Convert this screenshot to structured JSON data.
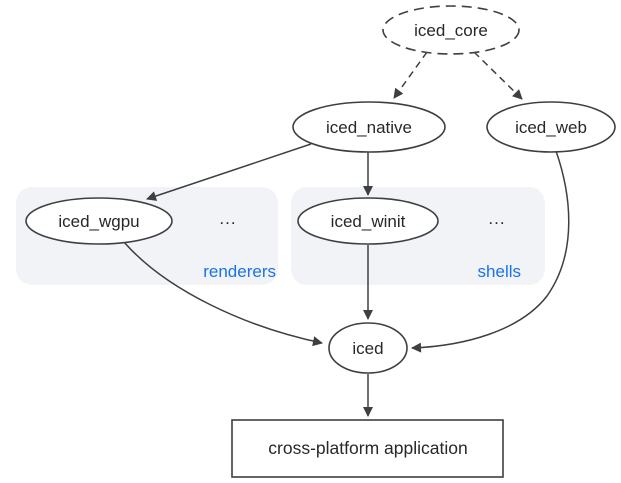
{
  "diagram": {
    "description": "Dependency graph of the iced GUI library ecosystem",
    "colors": {
      "background": "#ffffff",
      "node_fill": "#ffffff",
      "node_stroke": "#3c4043",
      "node_text": "#26282a",
      "edge": "#3c4043",
      "group_fill": "#f1f3f7",
      "group_label_blue": "#1a73e8"
    },
    "nodes": {
      "iced_core": {
        "label": "iced_core",
        "shape": "ellipse",
        "border": "dashed"
      },
      "iced_native": {
        "label": "iced_native",
        "shape": "ellipse",
        "border": "solid"
      },
      "iced_web": {
        "label": "iced_web",
        "shape": "ellipse",
        "border": "solid"
      },
      "iced_wgpu": {
        "label": "iced_wgpu",
        "shape": "ellipse",
        "border": "solid"
      },
      "iced_winit": {
        "label": "iced_winit",
        "shape": "ellipse",
        "border": "solid"
      },
      "iced": {
        "label": "iced",
        "shape": "ellipse",
        "border": "solid"
      },
      "app": {
        "label": "cross-platform application",
        "shape": "rectangle",
        "border": "solid"
      }
    },
    "groups": {
      "renderers": {
        "label": "renderers",
        "ellipsis": "...",
        "contains": [
          "iced_wgpu"
        ]
      },
      "shells": {
        "label": "shells",
        "ellipsis": "...",
        "contains": [
          "iced_winit"
        ]
      }
    },
    "edges": [
      {
        "from": "iced_core",
        "to": "iced_native",
        "style": "dashed"
      },
      {
        "from": "iced_core",
        "to": "iced_web",
        "style": "dashed"
      },
      {
        "from": "iced_native",
        "to": "iced_wgpu",
        "style": "solid"
      },
      {
        "from": "iced_native",
        "to": "iced_winit",
        "style": "solid"
      },
      {
        "from": "iced_wgpu",
        "to": "iced",
        "style": "solid"
      },
      {
        "from": "iced_winit",
        "to": "iced",
        "style": "solid"
      },
      {
        "from": "iced_web",
        "to": "iced",
        "style": "solid"
      },
      {
        "from": "iced",
        "to": "app",
        "style": "solid"
      }
    ]
  }
}
